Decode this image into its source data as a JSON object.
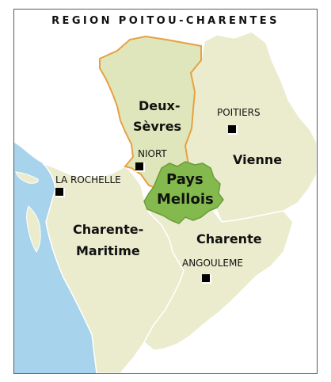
{
  "title": "REGION POITOU-CHARENTES",
  "colors": {
    "sea": "#a8d3ec",
    "land": "#eaeccd",
    "deux_sevres": "#e0e6bb",
    "highlight_border": "#e8a041",
    "pays_fill": "#84ba4d",
    "pays_border": "#6a9c3a",
    "borders": "#ffffff",
    "marker": "#000000"
  },
  "departments": {
    "deux_sevres": {
      "line1": "Deux-",
      "line2": "Sèvres"
    },
    "vienne": {
      "label": "Vienne"
    },
    "charente": {
      "label": "Charente"
    },
    "charente_maritime": {
      "line1": "Charente-",
      "line2": "Maritime"
    }
  },
  "pays": {
    "line1": "Pays",
    "line2": "Mellois"
  },
  "cities": {
    "poitiers": "POITIERS",
    "niort": "NIORT",
    "la_rochelle": "LA ROCHELLE",
    "angouleme": "ANGOULEME"
  },
  "city_marker_icon": "square-marker-icon"
}
